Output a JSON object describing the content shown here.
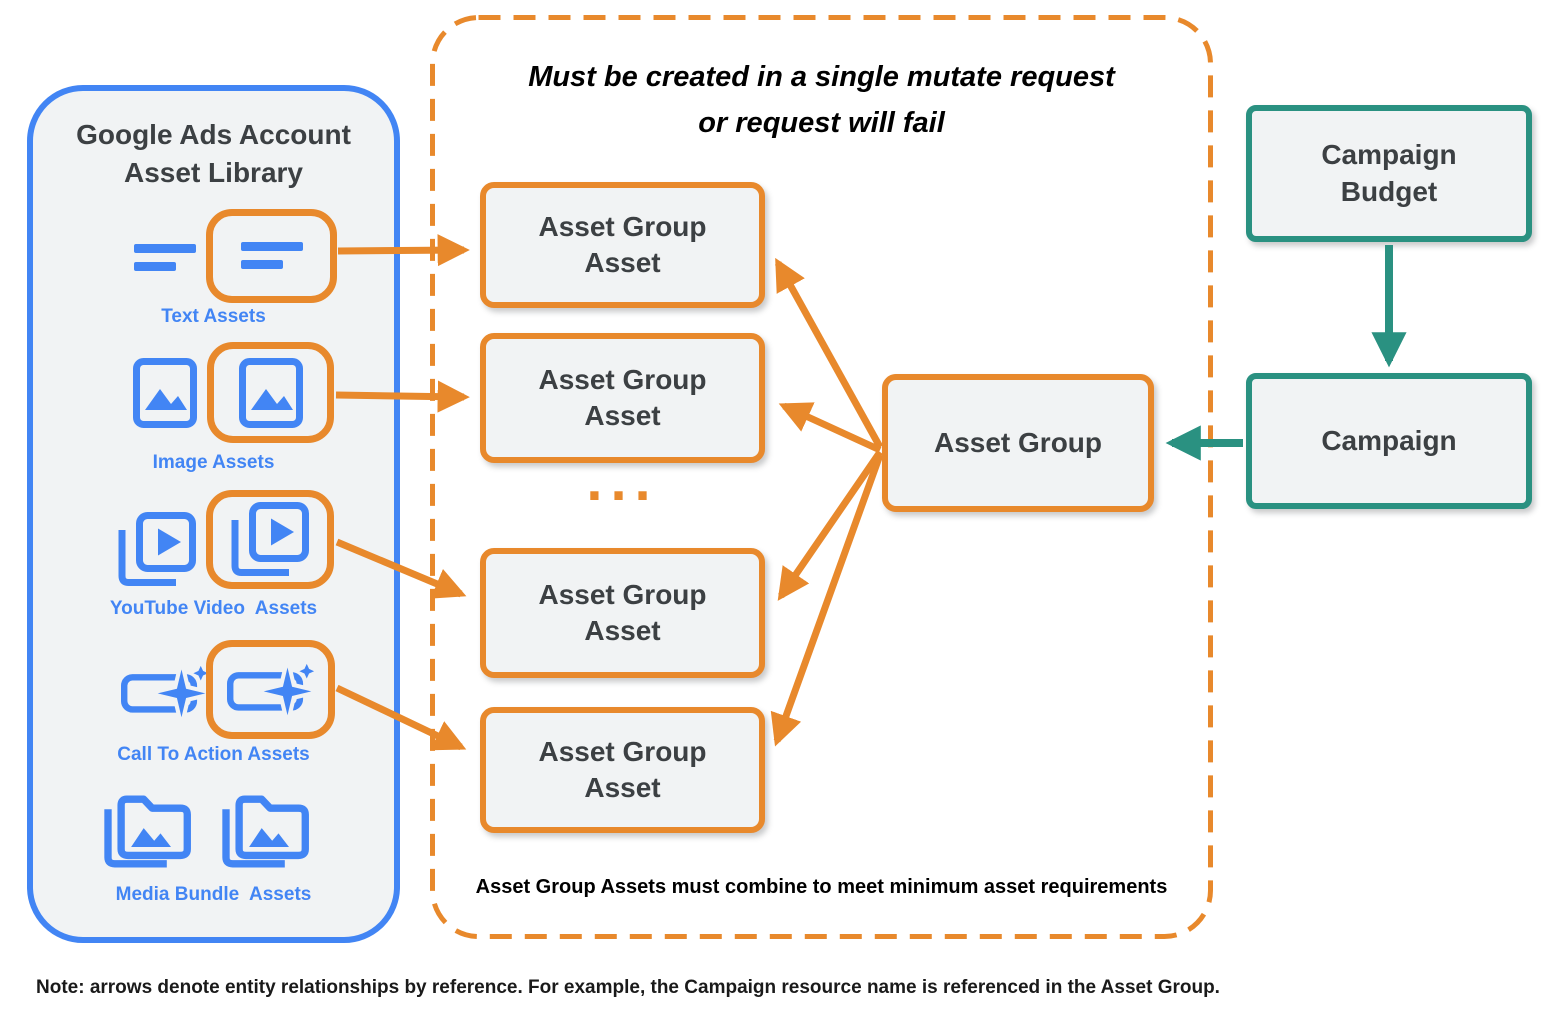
{
  "colors": {
    "orange": "#E8892C",
    "blue": "#4285F4",
    "teal": "#2A9181",
    "box_fill": "#F1F3F4",
    "dark_text": "#3C4043"
  },
  "asset_library": {
    "title_line1": "Google Ads Account",
    "title_line2": "Asset Library",
    "rows": [
      {
        "label": "Text Assets",
        "icon": "text-asset-icon"
      },
      {
        "label": "Image Assets",
        "icon": "image-asset-icon"
      },
      {
        "label": "YouTube Video  Assets",
        "icon": "youtube-video-asset-icon"
      },
      {
        "label": "Call To Action Assets",
        "icon": "call-to-action-asset-icon"
      },
      {
        "label": "Media Bundle  Assets",
        "icon": "media-bundle-asset-icon"
      }
    ]
  },
  "mutate_panel": {
    "title_line1": "Must be created in a single mutate request",
    "title_line2": "or request will fail",
    "boxes": [
      {
        "label": "Asset Group Asset"
      },
      {
        "label": "Asset Group Asset"
      },
      {
        "label": "Asset Group Asset"
      },
      {
        "label": "Asset Group Asset"
      }
    ],
    "ellipsis": "...",
    "footnote": "Asset Group Assets must combine to meet minimum asset requirements"
  },
  "asset_group": {
    "label": "Asset Group"
  },
  "campaign": {
    "budget_label": "Campaign Budget",
    "label": "Campaign"
  },
  "note": "Note: arrows denote entity relationships by reference. For example, the Campaign resource name is referenced in the Asset Group."
}
